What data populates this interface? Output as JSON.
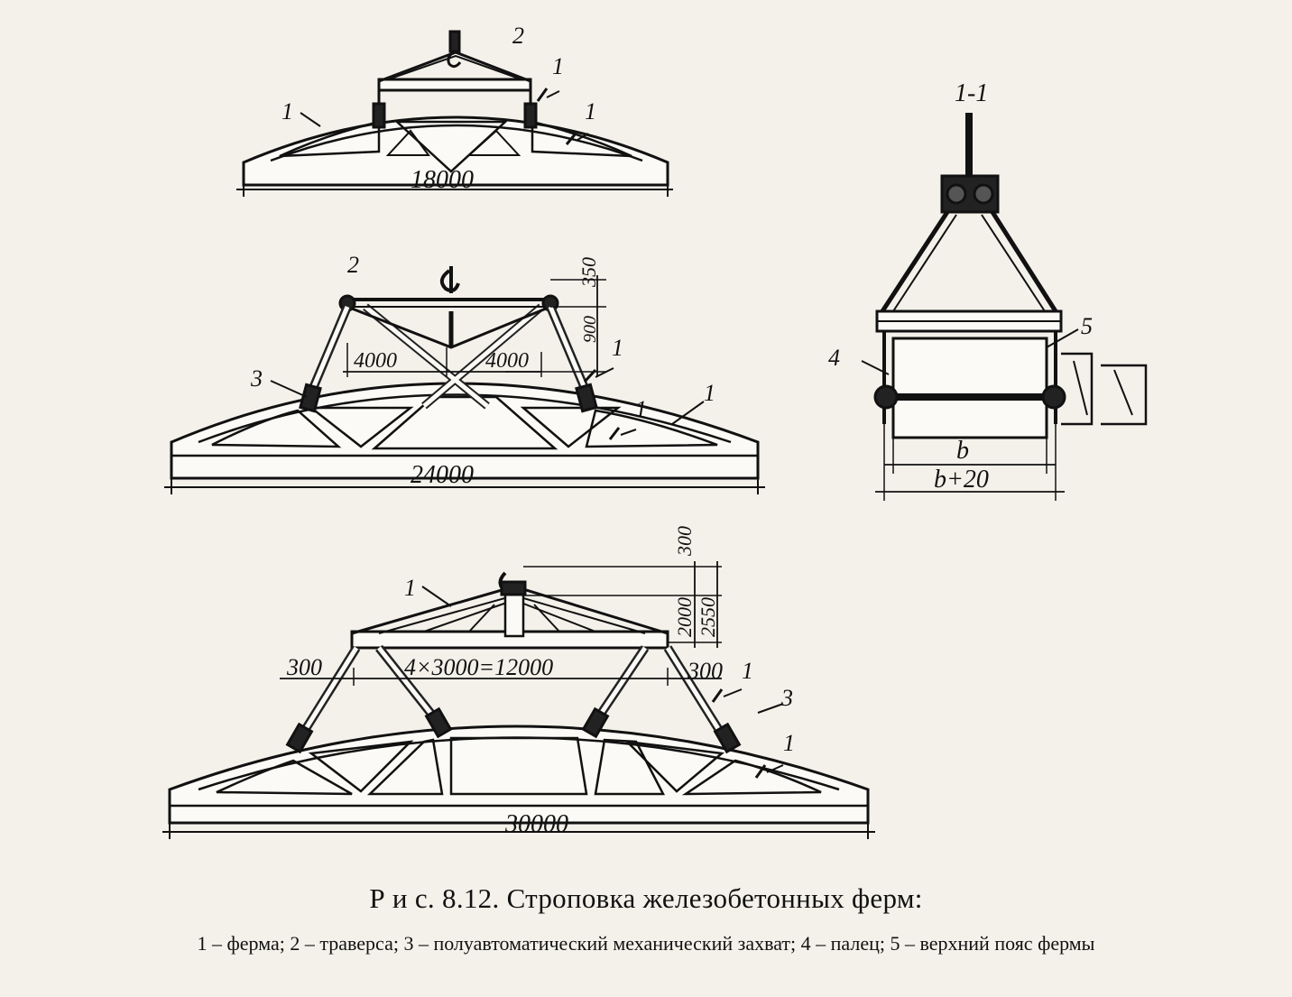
{
  "diagram": {
    "fig_a": {
      "span": "18000",
      "labels": {
        "truss": "1",
        "traverse": "2",
        "sec_top": "1",
        "sec_bottom": "1"
      }
    },
    "fig_b": {
      "span": "24000",
      "dim_h1": "350",
      "dim_h2": "900",
      "dim_left": "4000",
      "dim_right": "4000",
      "labels": {
        "traverse": "2",
        "grip": "3",
        "sec_top": "1",
        "sec_bottom": "1",
        "truss": "1"
      }
    },
    "fig_c": {
      "span": "30000",
      "dim_h1": "300",
      "dim_h2": "2000",
      "dim_total": "2550",
      "dim_middle": "4×3000=12000",
      "dim_left": "300",
      "dim_right": "300",
      "labels": {
        "truss": "1",
        "sec_top": "1",
        "grip": "3",
        "sec_bottom": "1"
      }
    },
    "section": {
      "title": "1-1",
      "label_finger": "4",
      "label_chord": "5",
      "dim_inner": "b",
      "dim_outer": "b+20"
    }
  },
  "caption": {
    "title": "Р и с. 8.12. Строповка железобетонных ферм:",
    "legend": "1 – ферма; 2 – траверса; 3 – полуавтоматический механический захват; 4 – палец; 5 – верхний пояс фермы"
  }
}
